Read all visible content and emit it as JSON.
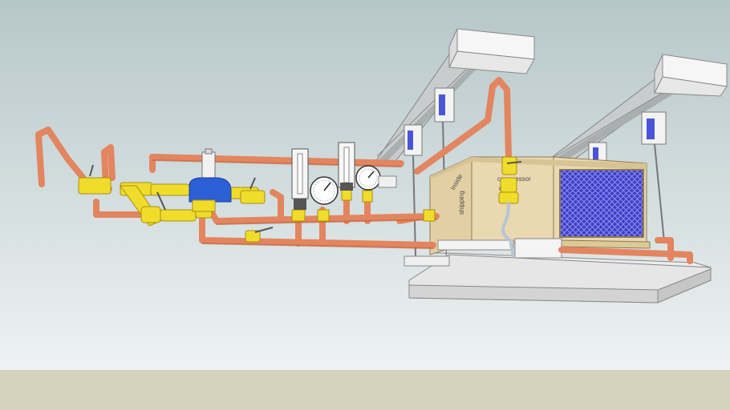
{
  "scene": {
    "colors": {
      "sky_top": "#b6c7c9",
      "sky_bottom": "#e8eeee",
      "ground": "#d6d3bc",
      "copper": "#e3855f",
      "copper_dark": "#c4643f",
      "brass": "#f0dc2a",
      "brass_dark": "#c7a915",
      "valve_blue": "#2c5fd6",
      "crate": "#e9d7b0",
      "crate_dark": "#d2bd90",
      "coil": "#3d3fc9",
      "rail": "#c9cccd",
      "white": "#f4f4f4"
    },
    "labels": {
      "crate_front": "compressor",
      "crate_front_sub": "ressor",
      "crate_side": "Inside",
      "crate_side_sub": "shipping"
    }
  }
}
